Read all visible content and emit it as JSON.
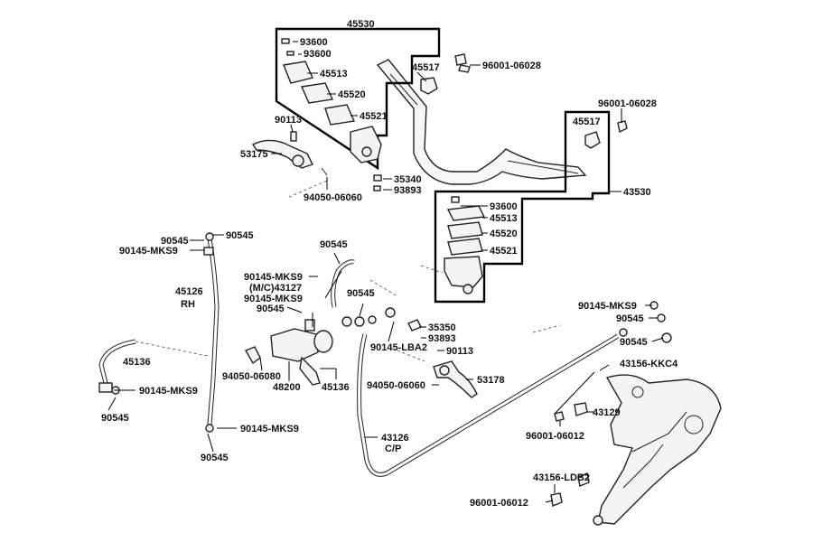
{
  "labels": {
    "p45530": "45530",
    "p93600a": "93600",
    "p93600b": "93600",
    "p45513a": "45513",
    "p45520a": "45520",
    "p45521a": "45521",
    "p45517a": "45517",
    "p96001a": "96001-06028",
    "p90113a": "90113",
    "p53175": "53175",
    "p35340": "35340",
    "p93893a": "93893",
    "p94050a": "94050-06060",
    "p96001b": "96001-06028",
    "p45517b": "45517",
    "p43530": "43530",
    "p93600c": "93600",
    "p45513b": "45513",
    "p45520b": "45520",
    "p45521b": "45521",
    "p90545a": "90545",
    "p90545b": "90545",
    "p90145a": "90145-MKS9",
    "p45126": "45126",
    "pRH": "RH",
    "p90545c": "90545",
    "p90145b": "90145-MKS9",
    "p43127": "(M/C)43127",
    "p90145c": "90145-MKS9",
    "p90545d": "90545",
    "p90545e": "90545",
    "p35350": "35350",
    "p93893b": "93893",
    "p90145lba2": "90145-LBA2",
    "p90113b": "90113",
    "p53178": "53178",
    "p94050b": "94050-06060",
    "p45136a": "45136",
    "p90145d": "90145-MKS9",
    "p90545f": "90545",
    "p94050c": "94050-06080",
    "p48200": "48200",
    "p45136b": "45136",
    "p90145e": "90145-MKS9",
    "p90545g": "90545",
    "p43126": "43126",
    "pCP": "C/P",
    "p90145f": "90145-MKS9",
    "p90545h": "90545",
    "p90545i": "90545",
    "p43156kkc4": "43156-KKC4",
    "p43129": "43129",
    "p96001c": "96001-06012",
    "p43156ldb2": "43156-LDB2",
    "p96001d": "96001-06012"
  }
}
